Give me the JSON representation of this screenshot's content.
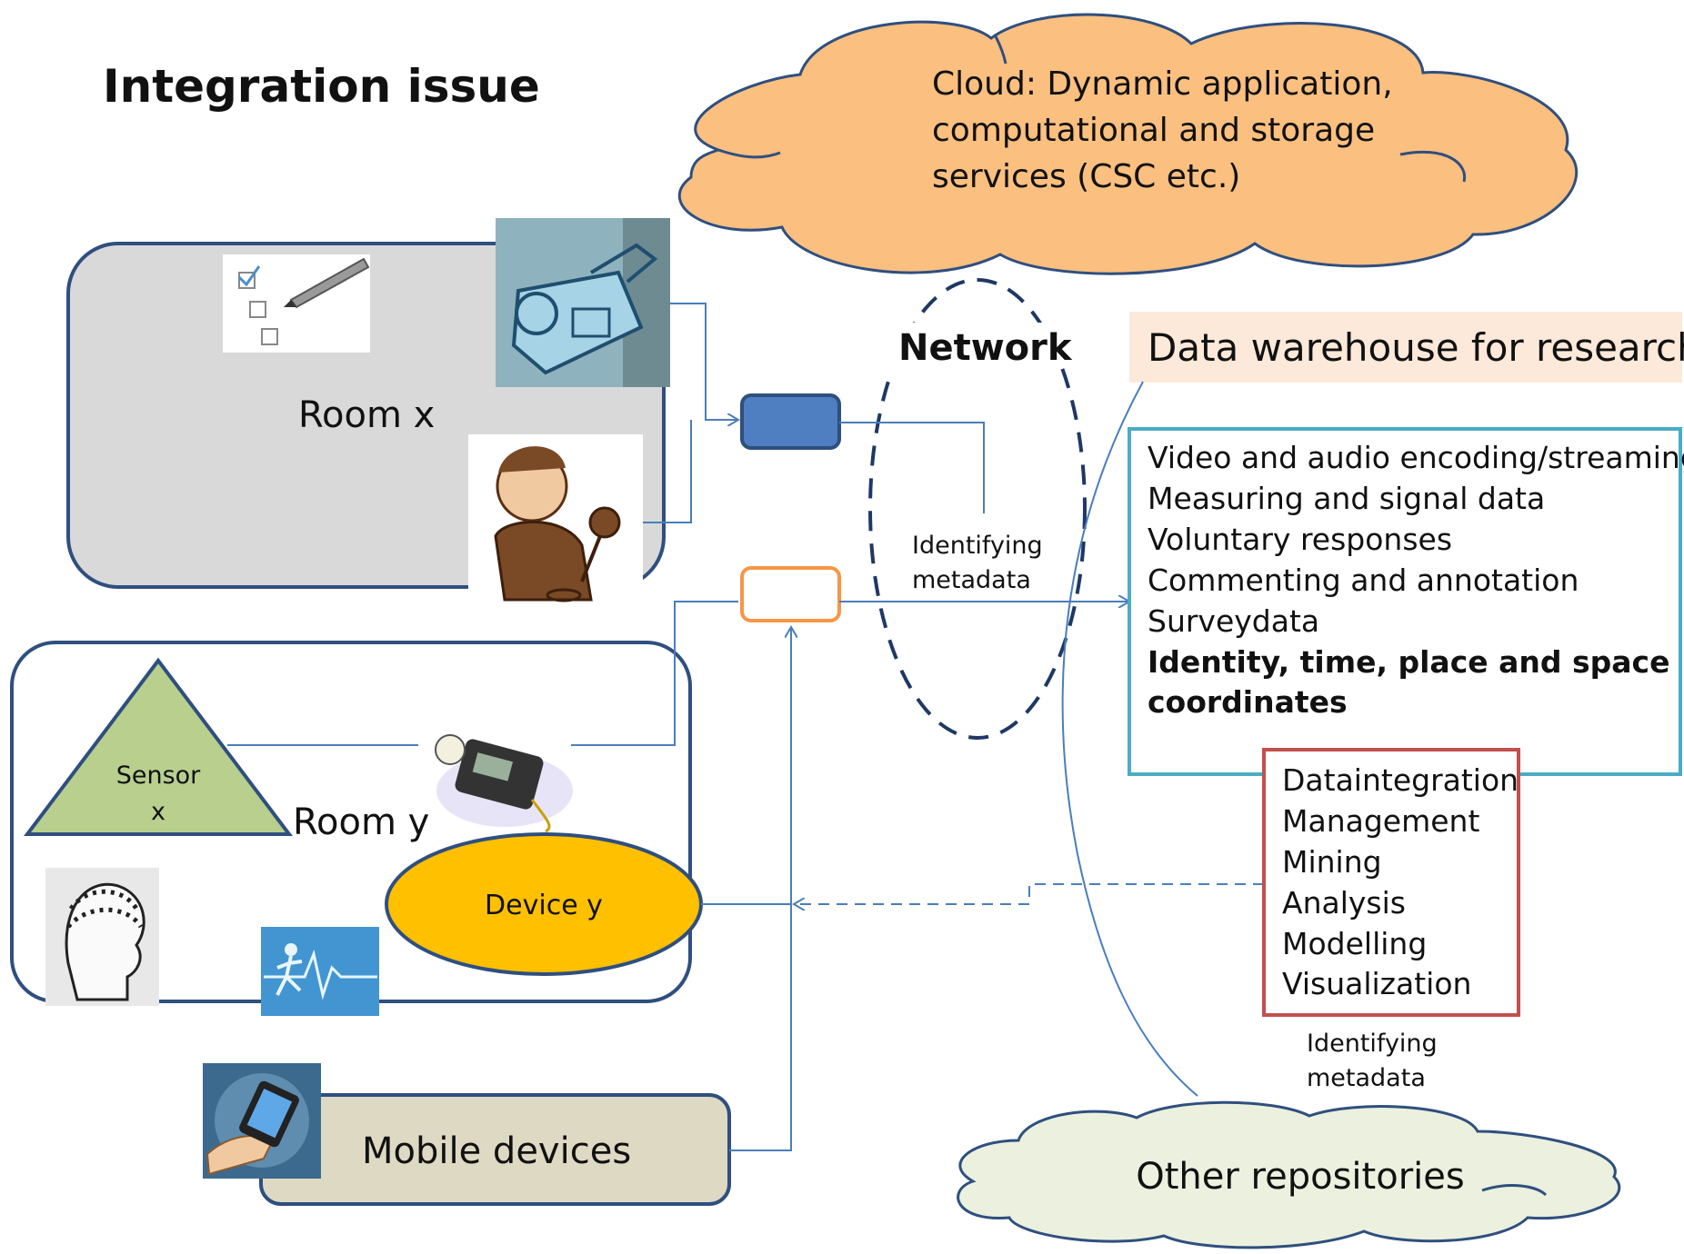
{
  "title": "Integration issue",
  "cloud_top": {
    "lines": [
      "Cloud: Dynamic application,",
      "computational and storage",
      "services (CSC etc.)"
    ]
  },
  "network_label": "Network",
  "identifying_metadata_center": [
    "Identifying",
    "metadata"
  ],
  "identifying_metadata_bottom": [
    "Identifying",
    "metadata"
  ],
  "room_x_label": "Room x",
  "room_y_label": "Room y",
  "sensor_label": [
    "Sensor",
    "x"
  ],
  "device_label": "Device y",
  "mobile_label": "Mobile devices",
  "warehouse_title": "Data warehouse for research",
  "warehouse_items": [
    "Video and audio encoding/streaming",
    "Measuring and signal data",
    "Voluntary responses",
    "Commenting and annotation",
    "Surveydata"
  ],
  "warehouse_bold_lines": [
    "Identity, time, place and space",
    "coordinates"
  ],
  "processing_items": [
    "Dataintegration",
    "Management",
    "Mining",
    "Analysis",
    "Modelling",
    "Visualization"
  ],
  "repositories_label": "Other repositories",
  "colors": {
    "cloud_fill": "#FBBF7F",
    "room_x_fill": "#D9D9D9",
    "outline_blue": "#2F4F7F",
    "connector_blue": "#4A7EBB",
    "blue_box": "#4F7FC0",
    "orange_box": "#F79646",
    "sensor_fill": "#B8CF8E",
    "device_fill": "#FFC000",
    "mobile_fill": "#DDD9C3",
    "warehouse_border": "#4BACC6",
    "warehouse_title_bg": "#FDE9D9",
    "processing_border": "#C0504D",
    "repo_fill": "#EBF1DE"
  },
  "icons": [
    "checklist-pen-icon",
    "video-camera-icon",
    "cartoon-reporter-icon",
    "light-meter-icon",
    "eeg-cap-icon",
    "running-heartbeat-icon",
    "smartphone-hand-icon"
  ]
}
